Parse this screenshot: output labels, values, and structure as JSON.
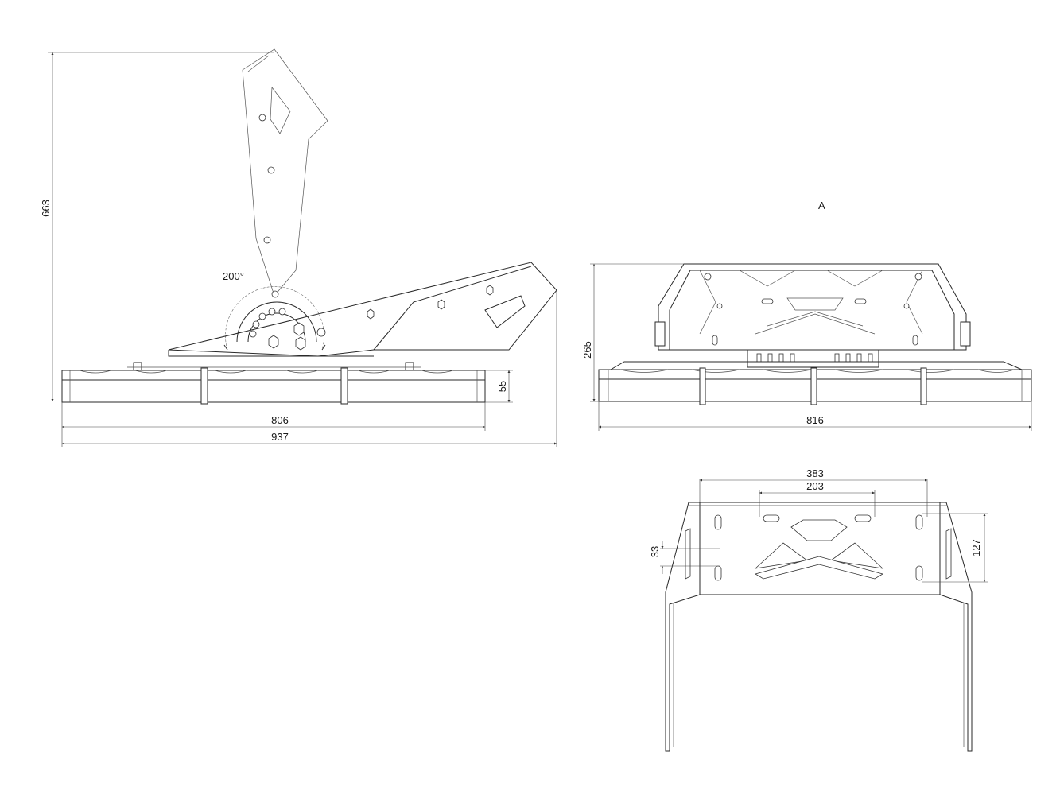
{
  "view_label": "A",
  "left_view": {
    "overall_height": "663",
    "tilt_angle": "200°",
    "body_height": "55",
    "body_width": "806",
    "overall_width": "937"
  },
  "front_view": {
    "height": "265",
    "width": "816"
  },
  "bracket_view": {
    "outer_spacing": "383",
    "inner_spacing": "203",
    "slot_length": "33",
    "slot_height": "127"
  }
}
